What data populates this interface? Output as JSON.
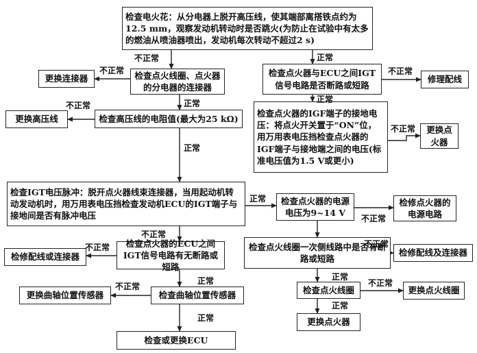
{
  "nodes": {
    "spark": "检查电火花：从分电器上脱开高压线，使其端部离搭铁点约为12.5 mm，观察发动机转动时是否跳火(为防止在试验中有太多的燃油从喷油器喷出，发动机每次转动不超过2 s)",
    "coil_conn": "检查点火线圈、点火器的分电器的连接器",
    "replace_conn": "更换连接器",
    "hv_res": "检查高压线的电阻值(最大为25 kΩ)",
    "replace_hv": "更换高压线",
    "igt_pulse": "检查IGT电压脉冲：脱开点火器线束连接器，当用起动机转动发动机时，用万用表电压挡检查发动机ECU的IGT端子与接地间是否有脉冲电压",
    "igt_circuit": "检查点火器的ECU之间IGT信号电路有无断路或短路",
    "repair_wiring_conn": "检修配线或连接器",
    "crank_sensor": "检查曲轴位置传感器",
    "replace_crank": "更换曲轴位置传感器",
    "replace_ecu": "检查或更换ECU",
    "igt_ecu_circuit": "检查点火器与ECU之间IGT信号电路是否断路或短路",
    "repair_wiring": "修理配线",
    "igf": "检查点火器的IGF端子的接地电压：将点火开关置于“ON”位，用万用表电压挡检查点火器的IGF端子与接地端之间的电压(标准电压值为1.5 V或更小)",
    "replace_igniter": "更换点火器",
    "supply": "检查点火器的电源电压为9~14 V",
    "repair_supply": "检修点火器的电源电路",
    "primary": "检查点火线圈一次侧线路中是否有断路或短路",
    "repair_wc": "检修配线及连接器",
    "coil": "检查点火线圈",
    "replace_coil": "更换点火线圈",
    "replace_igniter2": "更换点火器"
  },
  "labels": {
    "normal": "正常",
    "abnormal": "不正常"
  }
}
